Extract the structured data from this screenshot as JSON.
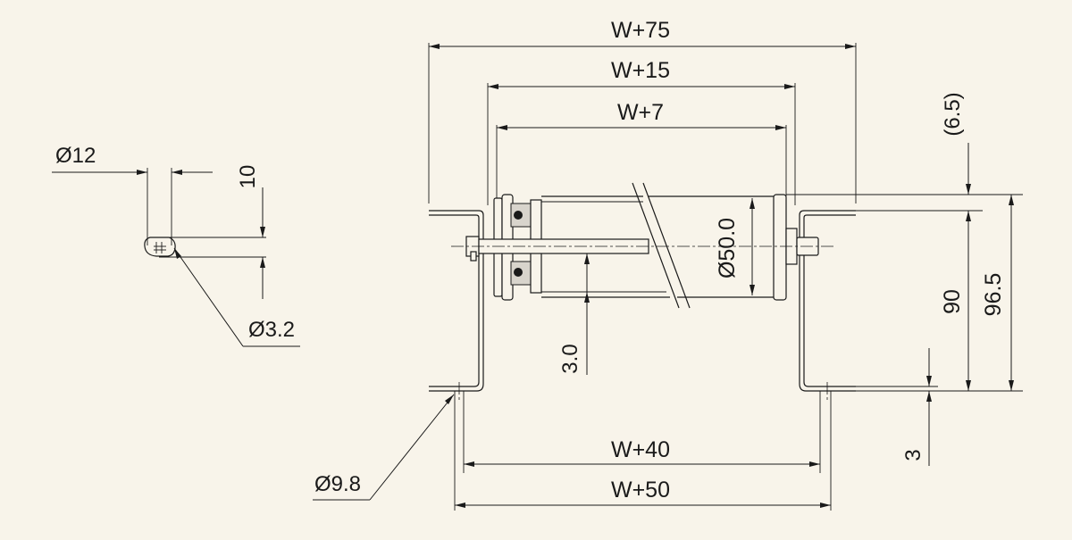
{
  "drawing": {
    "background": "#f8f4ea",
    "line_color": "#1a1a1a"
  },
  "dimensions": {
    "overall_w75": "W+75",
    "w15": "W+15",
    "w7": "W+7",
    "w40": "W+40",
    "w50": "W+50",
    "roller_dia": "Ø50.0",
    "shaft_dia": "Ø12",
    "hole_dia": "Ø3.2",
    "bracket_hole": "Ø9.8",
    "flat_10": "10",
    "thickness_30": "3.0",
    "offset_65": "(6.5)",
    "height_90": "90",
    "height_965": "96.5",
    "bracket_3": "3"
  }
}
